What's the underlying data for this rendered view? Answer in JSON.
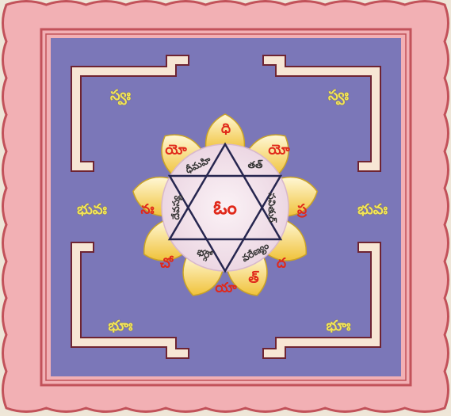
{
  "colors": {
    "frame": "#f2b2b5",
    "frame_edge": "#c8585d",
    "field": "#7b77b8",
    "path": "#f7e8d8",
    "path_edge": "#7a2a36",
    "petal": "#f2c94a",
    "petal_inner": "#fff7d0",
    "disc": "#f4e6ef",
    "star_line": "#2a2a5a",
    "letters_red": "#e0281a",
    "corner_text": "#f2e45a"
  },
  "corner_labels": {
    "top_left": "స్వః",
    "top_right": "స్వః",
    "left": "భువః",
    "right": "భువః",
    "bottom_left": "భూః",
    "bottom_right": "భూః"
  },
  "petal_labels": [
    "ధి",
    "యో",
    "యో",
    "నః",
    "ప్ర",
    "చో",
    "ద",
    "యా",
    "త్"
  ],
  "center_syllable": "ఓం",
  "inner_words": [
    "తత్",
    "సవితుర్",
    "వరేణ్యం",
    "భర్గో",
    "దేవస్య",
    "ధీమహి"
  ]
}
